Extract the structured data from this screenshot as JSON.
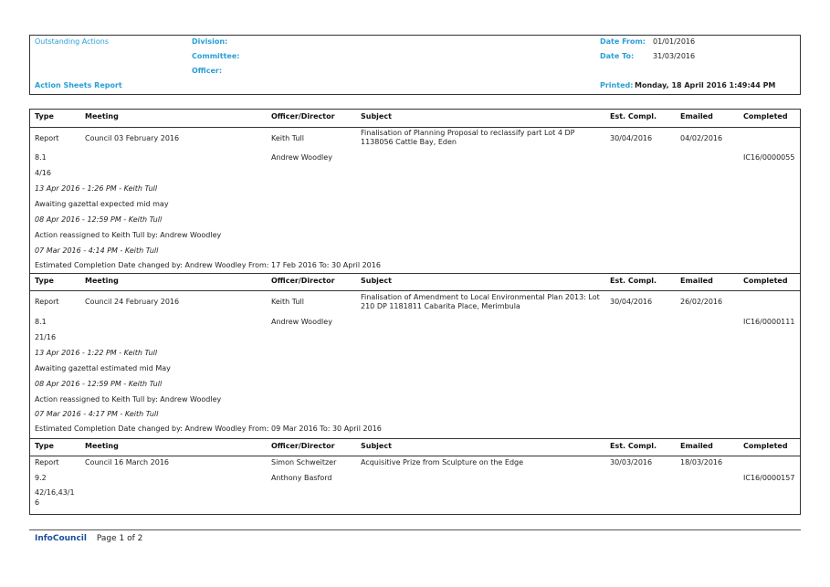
{
  "header": {
    "report_type": "Outstanding Actions",
    "report_name": "Action Sheets Report",
    "division_label": "Division:",
    "committee_label": "Committee:",
    "officer_label": "Officer:",
    "date_from_label": "Date From:",
    "date_from_value": "01/01/2016",
    "date_to_label": "Date To:",
    "date_to_value": "31/03/2016",
    "printed_label": "Printed:",
    "printed_value": "Monday, 18 April 2016  1:49:44 PM"
  },
  "columns": [
    "Type",
    "Meeting",
    "Officer/Director",
    "Subject",
    "Est. Compl.",
    "Emailed",
    "Completed"
  ],
  "records": [
    {
      "type": "Report",
      "meeting": "Council 03 February 2016",
      "officer": "Keith Tull",
      "subject": "Finalisation of Planning Proposal to reclassify part Lot 4 DP 1138056 Cattle Bay, Eden",
      "est_compl": "30/04/2016",
      "emailed": "04/02/2016",
      "item_no": "8.1",
      "director": "Andrew Woodley",
      "completed": "IC16/0000055",
      "minute_no": "4/16",
      "notes": [
        {
          "text": "13 Apr 2016 - 1:26 PM - Keith Tull",
          "italic": true
        },
        {
          "text": "Awaiting gazettal expected mid may",
          "italic": false
        },
        {
          "text": "08 Apr 2016 - 12:59 PM - Keith Tull",
          "italic": true
        },
        {
          "text": "Action reassigned to Keith Tull by: Andrew Woodley",
          "italic": false
        },
        {
          "text": "07 Mar 2016 - 4:14 PM - Keith Tull",
          "italic": true
        },
        {
          "text": "Estimated Completion Date changed by: Andrew Woodley From: 17 Feb 2016 To: 30 April 2016",
          "italic": false
        }
      ]
    },
    {
      "type": "Report",
      "meeting": "Council 24 February 2016",
      "officer": "Keith Tull",
      "subject": "Finalisation of Amendment to Local Environmental Plan 2013: Lot 210 DP 1181811 Cabarita Place, Merimbula",
      "est_compl": "30/04/2016",
      "emailed": "26/02/2016",
      "item_no": "8.1",
      "director": "Andrew Woodley",
      "completed": "IC16/0000111",
      "minute_no": "21/16",
      "notes": [
        {
          "text": "13 Apr 2016 - 1:22 PM - Keith Tull",
          "italic": true
        },
        {
          "text": "Awaiting gazettal  estimated mid May",
          "italic": false
        },
        {
          "text": "08 Apr 2016 - 12:59 PM - Keith Tull",
          "italic": true
        },
        {
          "text": "Action reassigned to Keith Tull by: Andrew Woodley",
          "italic": false
        },
        {
          "text": "07 Mar 2016 - 4:17 PM - Keith Tull",
          "italic": true
        },
        {
          "text": "Estimated Completion Date changed by: Andrew Woodley From: 09 Mar 2016 To: 30 April 2016",
          "italic": false
        }
      ]
    },
    {
      "type": "Report",
      "meeting": "Council 16 March 2016",
      "officer": "Simon Schweitzer",
      "subject": "Acquisitive Prize from Sculpture on the Edge",
      "est_compl": "30/03/2016",
      "emailed": "18/03/2016",
      "item_no": "9.2",
      "director": "Anthony Basford",
      "completed": "IC16/0000157",
      "minute_no": "42/16,43/1 6",
      "notes": []
    }
  ],
  "footer": {
    "brand": "InfoCouncil",
    "page_label": "Page 1 of 2"
  }
}
